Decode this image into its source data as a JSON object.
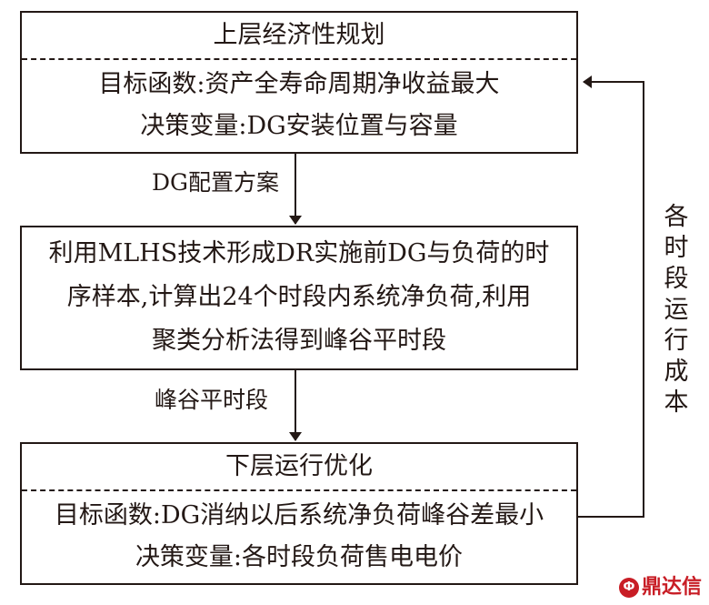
{
  "upper_box": {
    "title": "上层经济性规划",
    "line1": "目标函数:资产全寿命周期净收益最大",
    "line2": "决策变量:DG安装位置与容量"
  },
  "middle_box": {
    "line1": "利用MLHS技术形成DR实施前DG与负荷的时",
    "line2": "序样本,计算出24个时段内系统净负荷,利用",
    "line3": "聚类分析法得到峰谷平时段"
  },
  "lower_box": {
    "title": "下层运行优化",
    "line1": "目标函数:DG消纳以后系统净负荷峰谷差最小",
    "line2": "决策变量:各时段负荷售电电价"
  },
  "edges": {
    "upper_to_middle": "DG配置方案",
    "middle_to_lower": "峰谷平时段",
    "feedback": [
      "各",
      "时",
      "段",
      "运",
      "行",
      "成",
      "本"
    ]
  },
  "watermark": {
    "mark": "Ф",
    "text": "鼎达信"
  }
}
